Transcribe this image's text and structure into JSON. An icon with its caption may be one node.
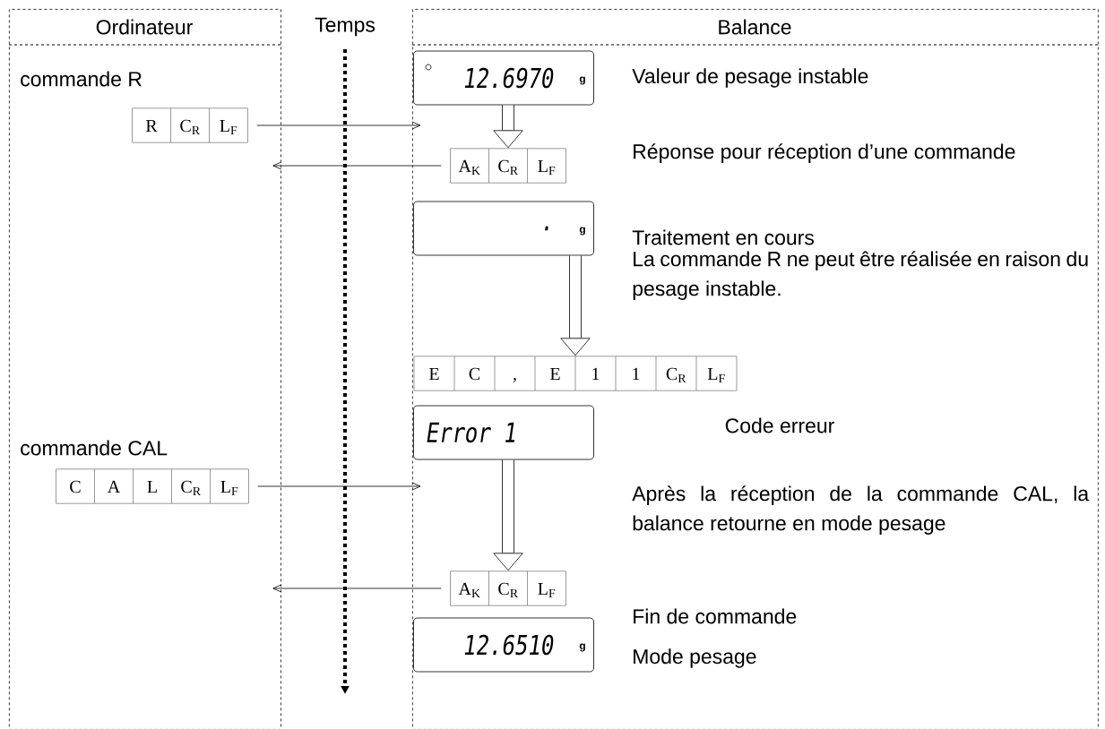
{
  "diagram": {
    "nodes": [
      {
        "text": [
          "Ordinateur"
        ]
      },
      {
        "text": [
          "Balance"
        ]
      },
      {
        "text": [
          "R",
          "C$_{R}$",
          "L$_{F}$"
        ],
        "in": 0,
        "beside": [
          "commande R"
        ]
      },
      {
        "text": [
          "12.6970",
          "g"
        ],
        "in": 1,
        "beside": [
          "Valeur de pesage instable"
        ]
      },
      {
        "text": [
          "A$_{K}$",
          "C$_{R}$",
          "L$_{F}$"
        ],
        "in": 1,
        "beside": [
          "Réponse pour réception d’une commande"
        ]
      },
      {
        "text": [
          ".",
          "g"
        ],
        "in": 1,
        "beside": [
          "Traitement en cours",
          "La commande R ne peut être réalisée en raison du pesage instable."
        ]
      },
      {
        "text": [
          "E",
          "C",
          ",",
          "E",
          "1",
          "1",
          "C$_{R}$",
          "L$_{F}$"
        ],
        "in": 1,
        "beside": [
          "Code erreur"
        ]
      },
      {
        "text": [
          "Error 1"
        ],
        "in": 1
      },
      {
        "text": [
          "C",
          "A",
          "L",
          "C$_{R}$",
          "L$_{F}$"
        ],
        "in": 0,
        "beside": [
          "commande CAL"
        ]
      },
      {
        "text": [
          "A$_{K}$",
          "C$_{R}$",
          "L$_{F}$"
        ],
        "in": 1
      },
      {
        "text": [
          "12.6510",
          "g"
        ],
        "in": 1,
        "beside": [
          "Fin de commande",
          "Mode pesage"
        ]
      }
    ],
    "edges": [
      {
        "from": 2,
        "to": 1,
        "arrow": "to"
      },
      {
        "from": 3,
        "to": 4,
        "arrow": "to",
        "style": "thick"
      },
      {
        "from": 4,
        "to": 0,
        "arrow": "to"
      },
      {
        "from": 5,
        "to": 6,
        "arrow": "to",
        "style": "thick"
      },
      {
        "from": 8,
        "to": 1,
        "arrow": "to"
      },
      {
        "from": 7,
        "to": 9,
        "arrow": "to",
        "style": "thick"
      },
      {
        "from": 9,
        "to": 0,
        "arrow": "to"
      }
    ],
    "labels": [
      "Temps",
      "Après la réception de la commande CAL, la balance retourne en mode pesage"
    ]
  }
}
